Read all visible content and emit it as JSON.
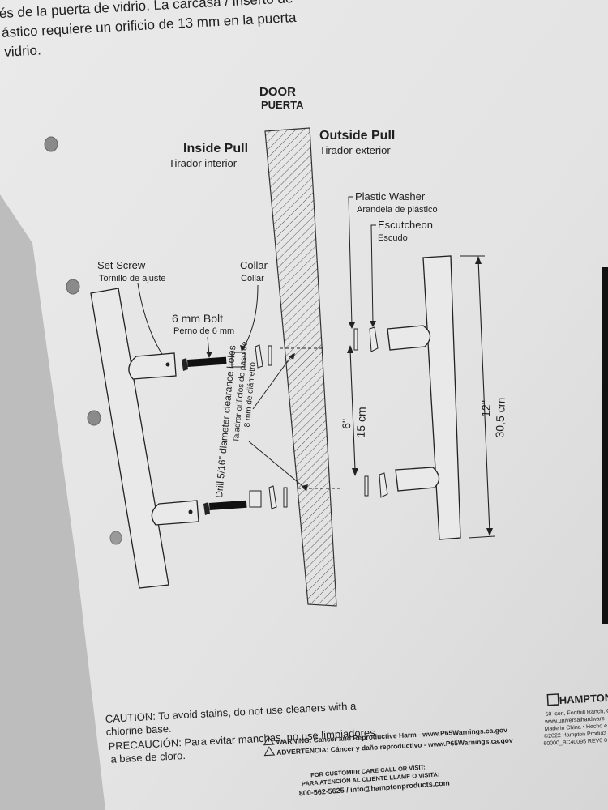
{
  "intro_text": {
    "line1": "és de la puerta de vidrio. La carcasa / inserto de",
    "line2": "ástico requiere un orificio de 13 mm en la puerta",
    "line3": "vidrio."
  },
  "door": {
    "label_en": "DOOR",
    "label_es": "PUERTA"
  },
  "inside_pull": {
    "label_en": "Inside Pull",
    "label_es": "Tirador interior"
  },
  "outside_pull": {
    "label_en": "Outside Pull",
    "label_es": "Tirador exterior"
  },
  "plastic_washer": {
    "label_en": "Plastic Washer",
    "label_es": "Arandela de plástico"
  },
  "escutcheon": {
    "label_en": "Escutcheon",
    "label_es": "Escudo"
  },
  "set_screw": {
    "label_en": "Set Screw",
    "label_es": "Tornillo de ajuste"
  },
  "collar": {
    "label_en": "Collar",
    "label_es": "Collar"
  },
  "bolt": {
    "label_en": "6 mm Bolt",
    "label_es": "Perno de 6 mm"
  },
  "drill": {
    "line_en": "Drill 5/16\" diameter clearance holes",
    "line_es1": "Taladrar orificios de paso de",
    "line_es2": "8 mm de diámetro"
  },
  "dim_6": {
    "imperial": "6\"",
    "metric": "15 cm"
  },
  "dim_12": {
    "imperial": "12\"",
    "metric": "30,5 cm"
  },
  "caution": {
    "line1": "CAUTION: To avoid stains, do not use cleaners with a",
    "line2": "chlorine base.",
    "line3": "PRECAUCIÓN: Para evitar manchas, no use limpiadores",
    "line4": "a base de cloro."
  },
  "warning": {
    "line1": "WARNING: Cancer and Reproductive Harm - www.P65Warnings.ca.gov",
    "line2": "ADVERTENCIA: Cáncer y daño reproductivo - www.P65Warnings.ca.gov"
  },
  "customer_care": {
    "line1": "FOR CUSTOMER CARE CALL OR VISIT:",
    "line2": "PARA ATENCIÓN AL CLIENTE LLAME O VISITA:",
    "line3": "800-562-5625 / info@hamptonproducts.com"
  },
  "brand": {
    "name": "HAMPTON",
    "line1": "50 Icon, Foothill Ranch, C",
    "line2": "www.universalhardware",
    "line3": "Made in China • Hecho e",
    "line4": "©2022 Hampton Product",
    "line5": "60000_BC40095 REV0 0"
  },
  "colors": {
    "card": "#e6e6e6",
    "background": "#bcbcbc",
    "ink": "#1f1f1f"
  }
}
